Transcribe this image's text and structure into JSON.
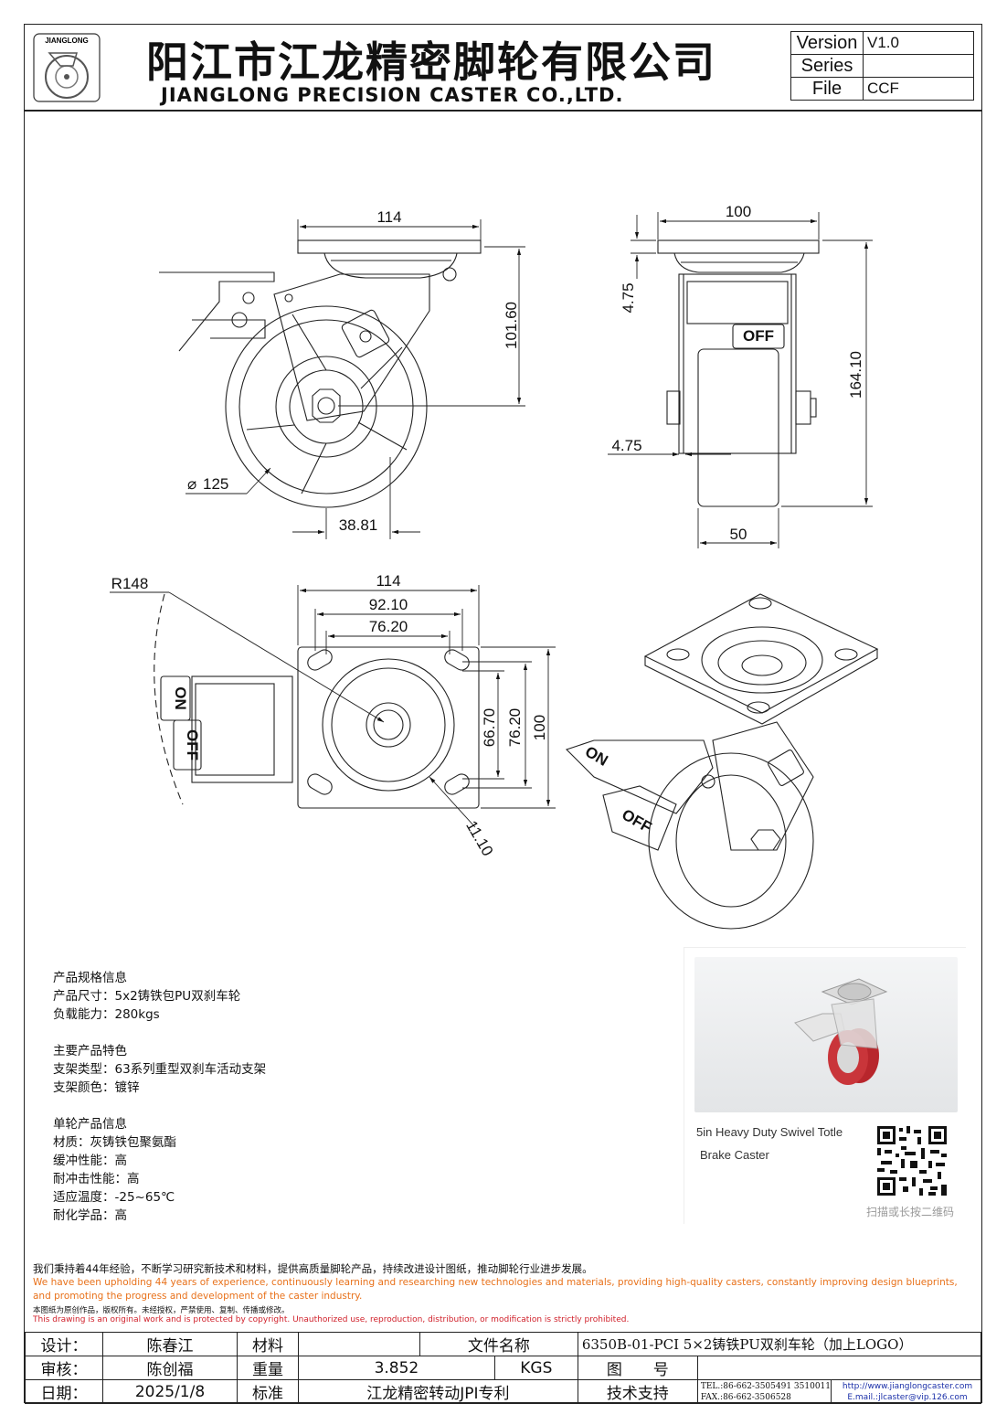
{
  "header": {
    "logo_text": "JIANGLONG",
    "company_cn": "阳江市江龙精密脚轮有限公司",
    "company_en": "JIANGLONG PRECISION CASTER CO.,LTD.",
    "meta": [
      {
        "key": "Version",
        "value": "V1.0"
      },
      {
        "key": "Series",
        "value": ""
      },
      {
        "key": "File",
        "value": "CCF"
      }
    ]
  },
  "dimensions": {
    "side_top_width": "114",
    "side_height": "101.60",
    "wheel_diameter": "125",
    "offset": "38.81",
    "front_width": "100",
    "front_plate_thk": "4.75",
    "front_gap": "4.75",
    "front_height": "164.10",
    "front_wheel_width": "50",
    "top_radius": "R148",
    "top_width": "114",
    "top_hole_span_1": "92.10",
    "top_hole_span_2": "76.20",
    "top_vert_1": "66.70",
    "top_vert_2": "76.20",
    "top_vert_3": "100",
    "top_hole_dia": "11.10",
    "brake_on": "ON",
    "brake_off": "OFF"
  },
  "specs": [
    {
      "title": "产品规格信息",
      "lines": [
        "产品尺寸：5x2铸铁包PU双刹车轮",
        "负载能力：280kgs"
      ]
    },
    {
      "title": "主要产品特色",
      "lines": [
        "支架类型：63系列重型双刹车活动支架",
        "支架颜色：镀锌"
      ]
    },
    {
      "title": "单轮产品信息",
      "lines": [
        "材质：灰铸铁包聚氨酯",
        "缓冲性能：高",
        "耐冲击性能：高",
        "适应温度：-25~65℃",
        "耐化学品：高"
      ]
    }
  ],
  "product_caption_1": "5in Heavy Duty Swivel Totle",
  "product_caption_2": "Brake Caster",
  "qr_caption": "扫描或长按二维码",
  "notes": {
    "cn_mission": "我们秉持着44年经验，不断学习研究新技术和材料，提供高质量脚轮产品，持续改进设计图纸，推动脚轮行业进步发展。",
    "en_mission_1": "We have been upholding 44 years of experience, continuously learning and researching new technologies and materials, providing high-quality casters, constantly improving design blueprints,",
    "en_mission_2": "and promoting the progress and development of the caster industry.",
    "cn_copyright": "本图纸为原创作品，版权所有。未经授权，严禁使用、复制、传播或修改。",
    "en_copyright": "This drawing is an original work and is protected by copyright. Unauthorized use, reproduction, distribution, or modification is strictly prohibited."
  },
  "title_block": {
    "design_label": "设计：",
    "design_value": "陈春江",
    "material_label": "材料",
    "material_value": "",
    "filename_label": "文件名称",
    "filename_value": "6350B-01-PCI 5×2铸铁PU双刹车轮（加上LOGO）",
    "review_label": "审核：",
    "review_value": "陈创福",
    "weight_label": "重量",
    "weight_value": "3.852",
    "weight_unit": "KGS",
    "drawing_no_label": "图　　号",
    "drawing_no_value": "",
    "date_label": "日期：",
    "date_value": "2025/1/8",
    "standard_label": "标准",
    "standard_value": "江龙精密转动JPI专利",
    "support_label": "技术支持",
    "tel": "TEL.:86-662-3505491 3510011",
    "fax": "FAX.:86-662-3506528",
    "web": "http://www.jianglongcaster.com",
    "email": "E.mail.:jlcaster@vip.126.com"
  },
  "colors": {
    "orange": "#e8711a",
    "red": "#d0202a",
    "blue": "#1a2fa8",
    "wheel_red": "#b8262c"
  }
}
